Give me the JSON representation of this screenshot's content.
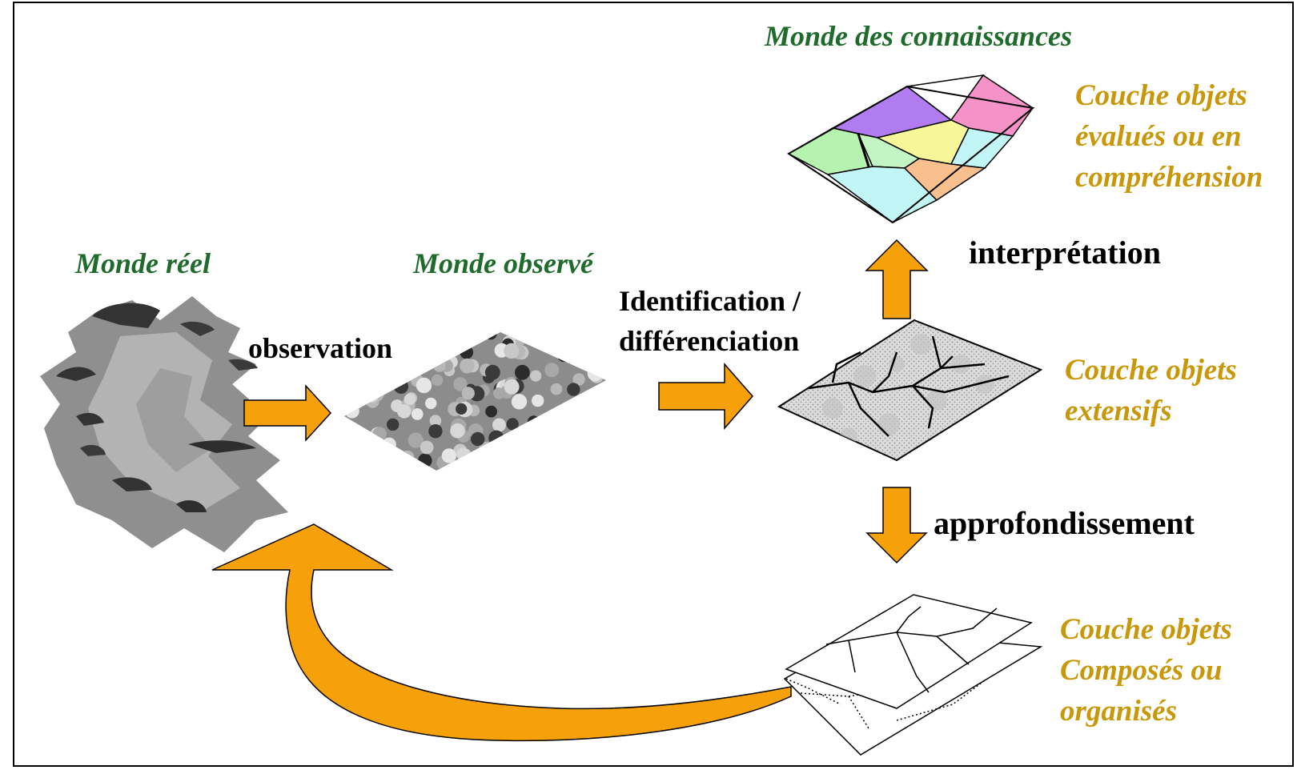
{
  "labels": {
    "monde_reel": "Monde réel",
    "monde_observe": "Monde observé",
    "monde_connaissances": "Monde des connaissances",
    "observation": "observation",
    "identification_line1": "Identification /",
    "identification_line2": "différenciation",
    "interpretation": "interprétation",
    "approfondissement": "approfondissement",
    "couche_evalues_line1": "Couche objets",
    "couche_evalues_line2": "évalués ou en",
    "couche_evalues_line3": "compréhension",
    "couche_extensifs_line1": "Couche objets",
    "couche_extensifs_line2": "extensifs",
    "couche_composes_line1": "Couche objets",
    "couche_composes_line2": "Composés ou",
    "couche_composes_line3": "organisés"
  },
  "colors": {
    "arrow_fill": "#f7a10a",
    "world_label": "#1f6b2c",
    "layer_label": "#c9980a",
    "region_purple": "#b07cf0",
    "region_pink": "#f592c8",
    "region_green": "#b7f3b0",
    "region_lightgreen": "#c3f5c3",
    "region_yellow": "#f7f79a",
    "region_cyan": "#c2f5f5",
    "region_orange": "#f7c08e"
  }
}
